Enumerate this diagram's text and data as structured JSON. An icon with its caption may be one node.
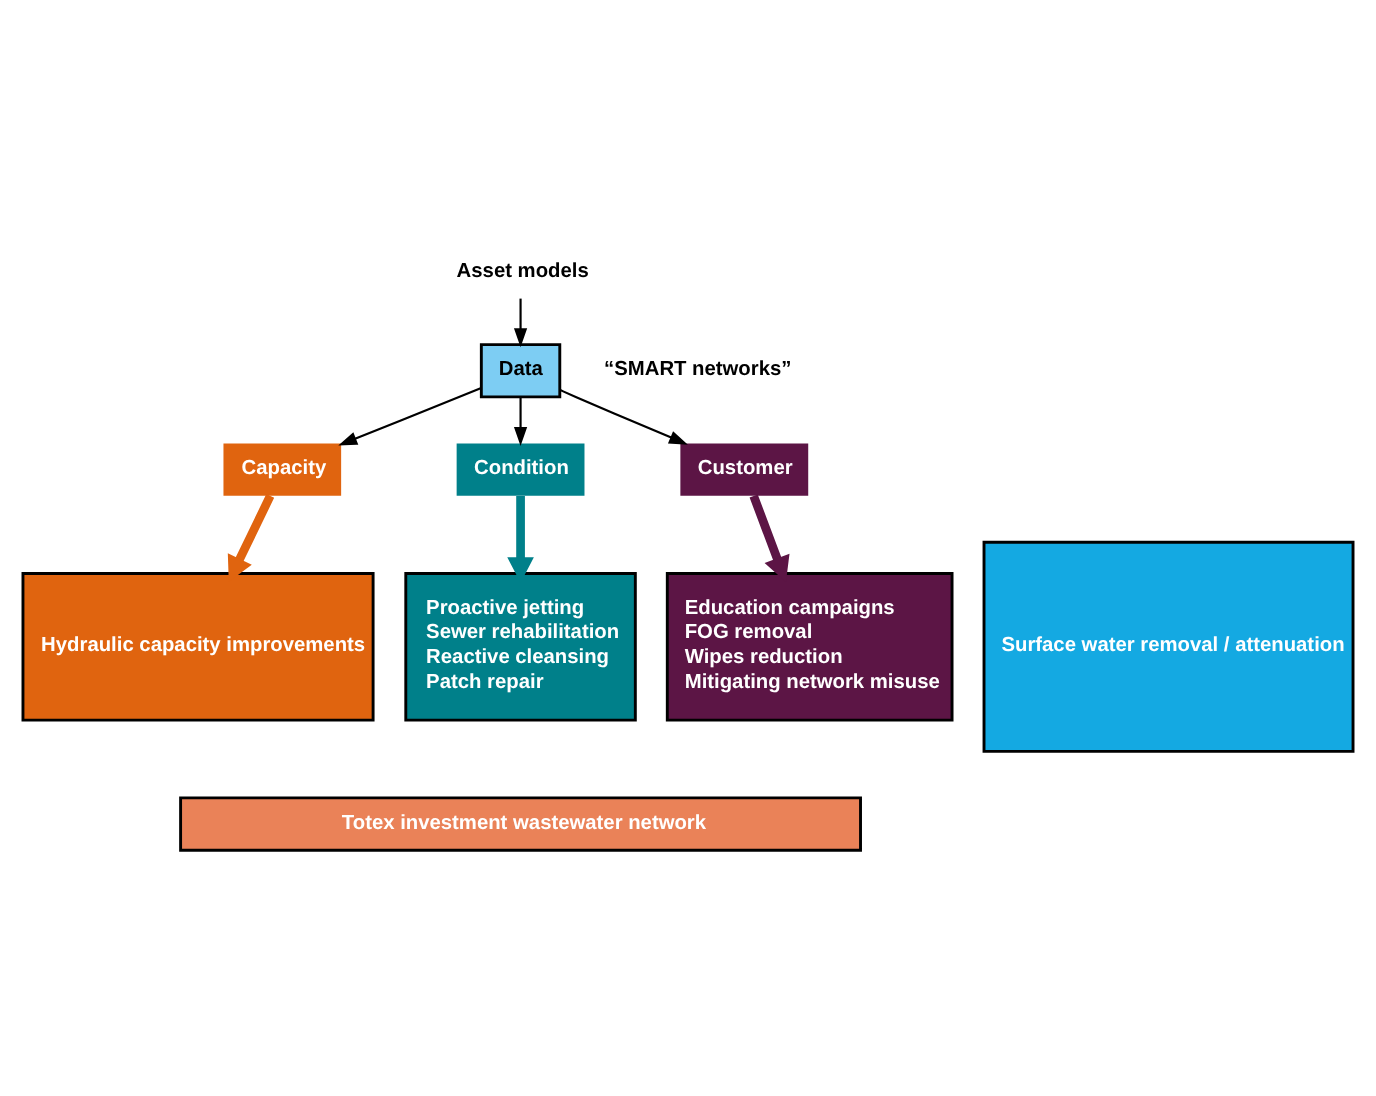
{
  "diagram": {
    "nodes": [
      {
        "text": [
          "Asset models"
        ]
      },
      {
        "text": [
          "Data"
        ],
        "beside": [
          "“SMART networks”"
        ]
      },
      {
        "text": [
          "Capacity"
        ]
      },
      {
        "text": [
          "Condition"
        ]
      },
      {
        "text": [
          "Customer"
        ]
      },
      {
        "text": [
          "Hydraulic capacity improvements"
        ]
      },
      {
        "text": [
          "Proactive jetting",
          "Sewer rehabilitation",
          "Reactive cleansing",
          "Patch repair"
        ]
      },
      {
        "text": [
          "Education campaigns",
          "FOG removal",
          "Wipes reduction",
          "Mitigating network misuse"
        ]
      },
      {
        "text": [
          "Surface water removal / attenuation"
        ]
      },
      {
        "text": [
          "Totex investment wastewater network"
        ]
      }
    ],
    "edges": [
      {
        "from": 0,
        "to": 1,
        "arrow": "to"
      },
      {
        "from": 1,
        "to": 2,
        "arrow": "to"
      },
      {
        "from": 1,
        "to": 3,
        "arrow": "to"
      },
      {
        "from": 1,
        "to": 4,
        "arrow": "to"
      },
      {
        "from": 2,
        "to": 5,
        "arrow": "to",
        "style": "thick",
        "color": "#e0640f"
      },
      {
        "from": 3,
        "to": 6,
        "arrow": "to",
        "style": "thick",
        "color": "#00808a"
      },
      {
        "from": 4,
        "to": 7,
        "arrow": "to",
        "style": "thick",
        "color": "#5c1545"
      }
    ]
  }
}
